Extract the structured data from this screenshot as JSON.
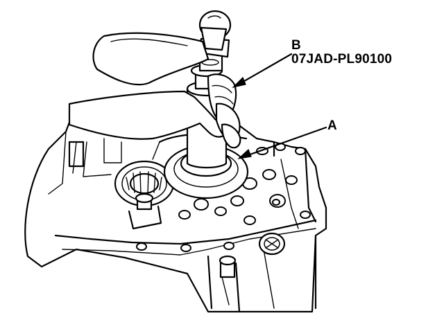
{
  "labels": {
    "b": "B",
    "b_code": "07JAD-PL90100",
    "a": "A"
  },
  "colors": {
    "ink": "#000000",
    "background": "#ffffff"
  }
}
